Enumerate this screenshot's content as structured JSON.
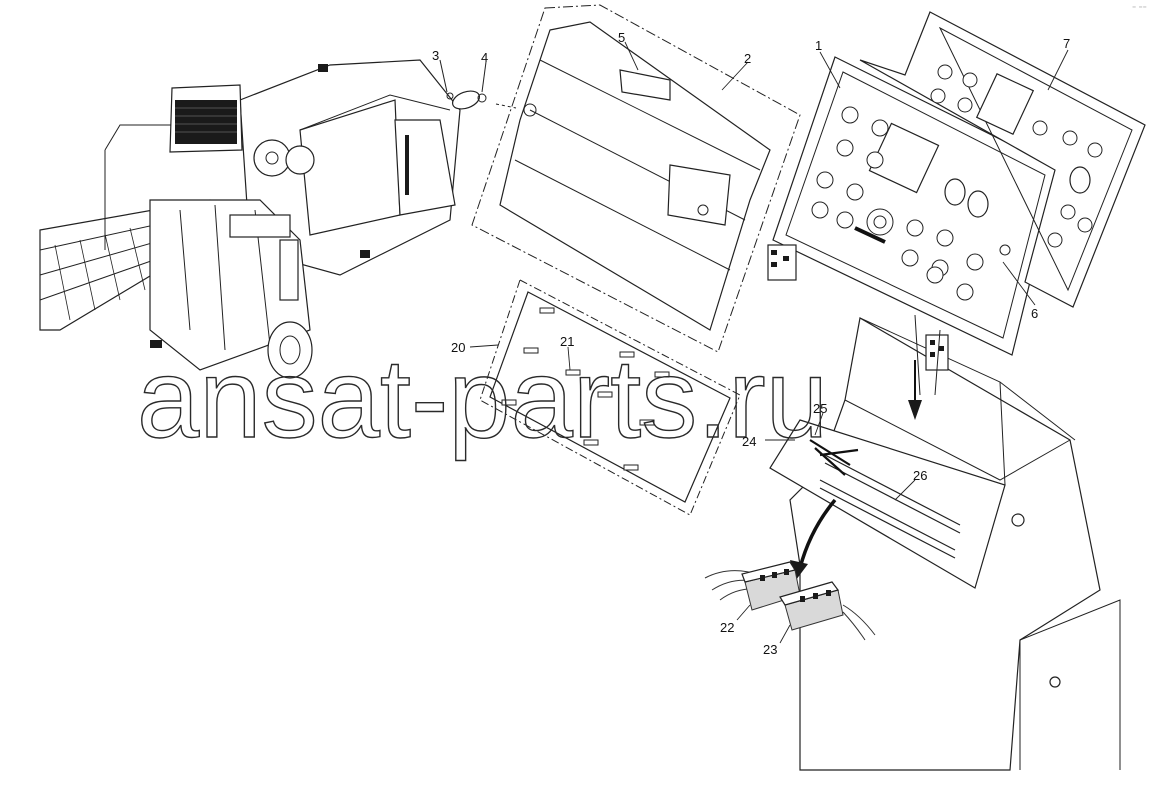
{
  "diagram": {
    "corner_mark": "⁻ ⁻⁻",
    "watermark": "ansat-parts.ru",
    "callouts": [
      {
        "id": "c1",
        "text": "1"
      },
      {
        "id": "c2",
        "text": "2"
      },
      {
        "id": "c3",
        "text": "3"
      },
      {
        "id": "c4",
        "text": "4"
      },
      {
        "id": "c5",
        "text": "5"
      },
      {
        "id": "c6",
        "text": "6"
      },
      {
        "id": "c7",
        "text": "7"
      },
      {
        "id": "c20",
        "text": "20"
      },
      {
        "id": "c21",
        "text": "21"
      },
      {
        "id": "c22",
        "text": "22"
      },
      {
        "id": "c23",
        "text": "23"
      },
      {
        "id": "c24",
        "text": "24"
      },
      {
        "id": "c25",
        "text": "25"
      },
      {
        "id": "c26",
        "text": "26"
      }
    ]
  }
}
